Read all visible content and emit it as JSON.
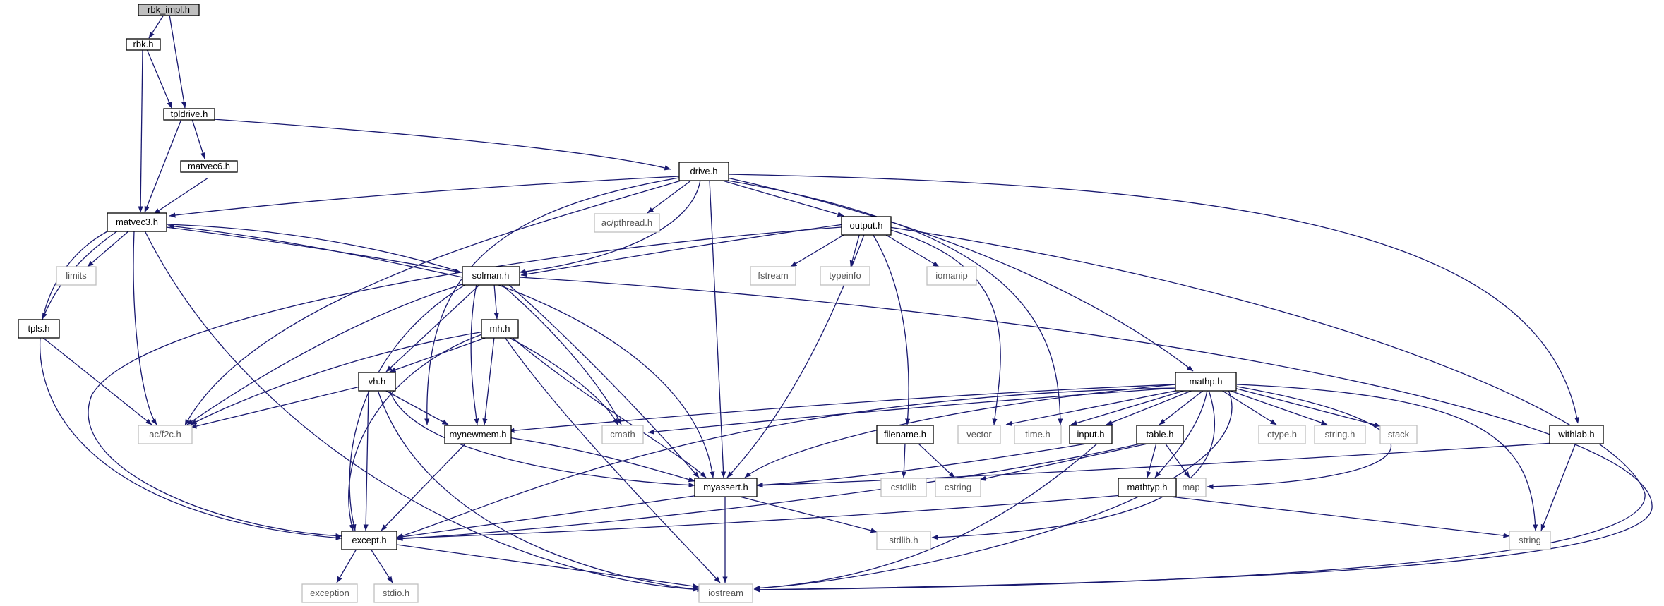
{
  "colors": {
    "edge": "#191970",
    "node_border": "#000000",
    "system_node_border": "#bfbfbf",
    "root_fill": "#bfbfbf",
    "node_fill": "#ffffff"
  },
  "nodes": {
    "rbk_impl_h": "rbk_impl.h",
    "rbk_h": "rbk.h",
    "tpldrive_h": "tpldrive.h",
    "matvec6_h": "matvec6.h",
    "drive_h": "drive.h",
    "matvec3_h": "matvec3.h",
    "ac_pthread_h": "ac/pthread.h",
    "output_h": "output.h",
    "limits": "limits",
    "solman_h": "solman.h",
    "fstream": "fstream",
    "typeinfo": "typeinfo",
    "iomanip": "iomanip",
    "tpls_h": "tpls.h",
    "mh_h": "mh.h",
    "vh_h": "vh.h",
    "mathp_h": "mathp.h",
    "ac_f2c_h": "ac/f2c.h",
    "mynewmem_h": "mynewmem.h",
    "cmath": "cmath",
    "filename_h": "filename.h",
    "vector": "vector",
    "time_h": "time.h",
    "input_h": "input.h",
    "table_h": "table.h",
    "ctype_h": "ctype.h",
    "string_h": "string.h",
    "stack": "stack",
    "withlab_h": "withlab.h",
    "cstdlib": "cstdlib",
    "cstring": "cstring",
    "map": "map",
    "myassert_h": "myassert.h",
    "mathtyp_h": "mathtyp.h",
    "except_h": "except.h",
    "stdlib_h": "stdlib.h",
    "string": "string",
    "exception": "exception",
    "stdio_h": "stdio.h",
    "iostream": "iostream"
  }
}
